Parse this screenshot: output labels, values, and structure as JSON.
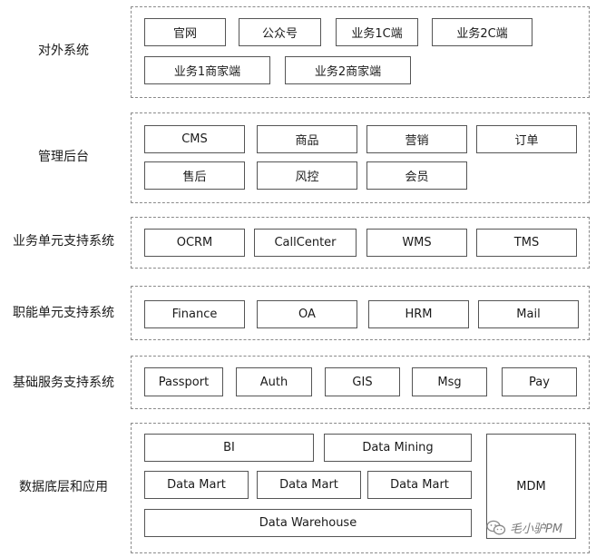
{
  "layers": [
    {
      "label": "对外系统",
      "items": [
        "官网",
        "公众号",
        "业务1C端",
        "业务2C端",
        "业务1商家端",
        "业务2商家端"
      ]
    },
    {
      "label": "管理后台",
      "items": [
        "CMS",
        "商品",
        "营销",
        "订单",
        "售后",
        "风控",
        "会员"
      ]
    },
    {
      "label": "业务单元支持系统",
      "items": [
        "OCRM",
        "CallCenter",
        "WMS",
        "TMS"
      ]
    },
    {
      "label": "职能单元支持系统",
      "items": [
        "Finance",
        "OA",
        "HRM",
        "Mail"
      ]
    },
    {
      "label": "基础服务支持系统",
      "items": [
        "Passport",
        "Auth",
        "GIS",
        "Msg",
        "Pay"
      ]
    },
    {
      "label": "数据底层和应用",
      "items": [
        "BI",
        "Data Mining",
        "Data Mart",
        "Data Mart",
        "Data Mart",
        "Data Warehouse",
        "MDM"
      ]
    }
  ],
  "watermark": {
    "text": "毛小驴PM",
    "icon": "wechat-icon"
  }
}
